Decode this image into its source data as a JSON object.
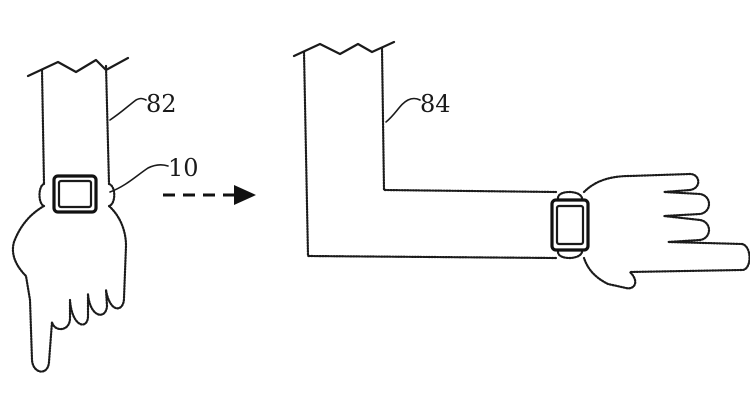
{
  "figure": {
    "labels": {
      "arm_left": "82",
      "watch": "10",
      "arm_right": "84"
    },
    "icons": {
      "transition": "arrow-right-icon"
    }
  }
}
